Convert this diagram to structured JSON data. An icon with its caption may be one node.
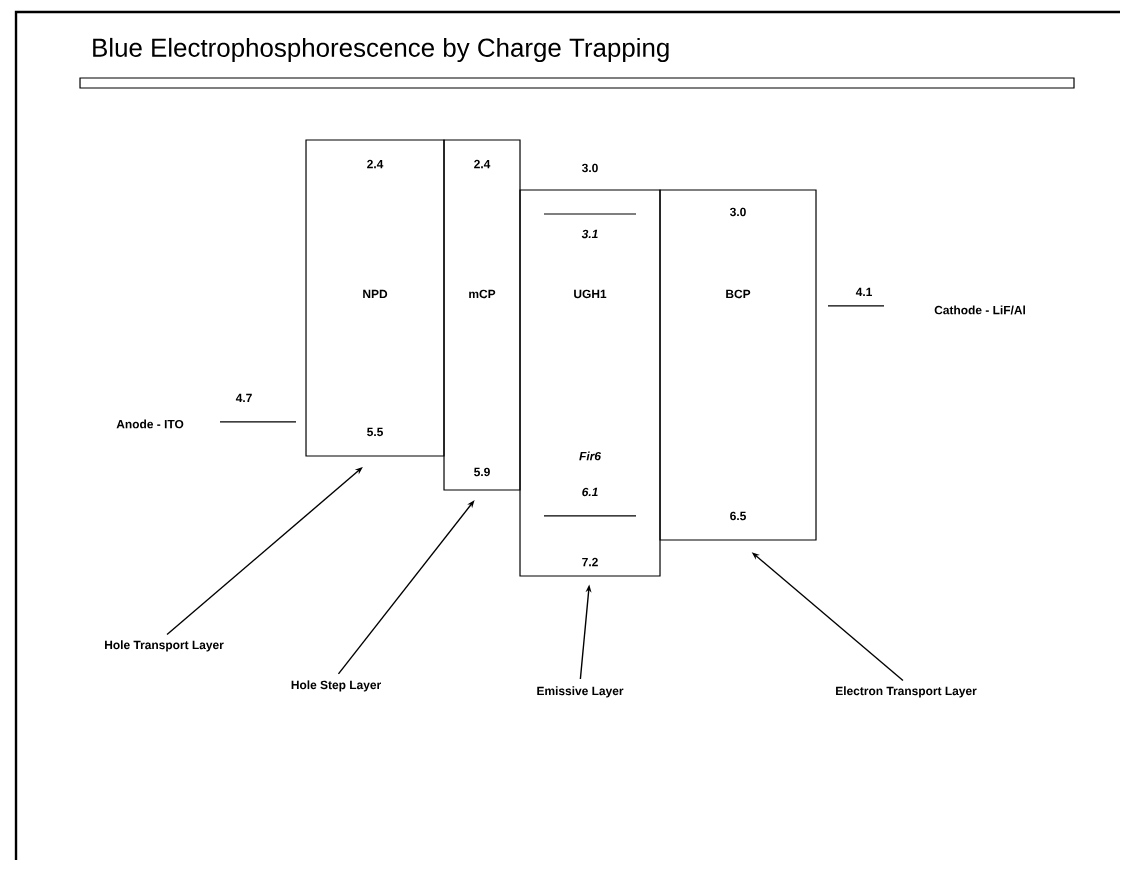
{
  "diagram": {
    "title": "Blue Electrophosphorescence by Charge Trapping",
    "nodes": [
      {
        "text": [
          "2.4",
          "NPD",
          "5.5"
        ]
      },
      {
        "text": [
          "2.4",
          "mCP",
          "5.9"
        ]
      },
      {
        "text": [
          "3.0",
          "3.1",
          "UGH1",
          "Fir6",
          "6.1",
          "7.2"
        ]
      },
      {
        "text": [
          "3.0",
          "BCP",
          "6.5"
        ]
      },
      {
        "text": [
          "Hole Transport Layer"
        ]
      },
      {
        "text": [
          "Hole Step Layer"
        ]
      },
      {
        "text": [
          "Emissive Layer"
        ]
      },
      {
        "text": [
          "Electron Transport Layer"
        ]
      }
    ],
    "edges": [
      {
        "from": 4,
        "to": 0,
        "arrow": "to"
      },
      {
        "from": 5,
        "to": 1,
        "arrow": "to"
      },
      {
        "from": 6,
        "to": 2,
        "arrow": "to"
      },
      {
        "from": 7,
        "to": 3,
        "arrow": "to"
      }
    ],
    "labels": [
      "4.7",
      "Anode - ITO",
      "4.1",
      "Cathode - LiF/Al"
    ]
  }
}
